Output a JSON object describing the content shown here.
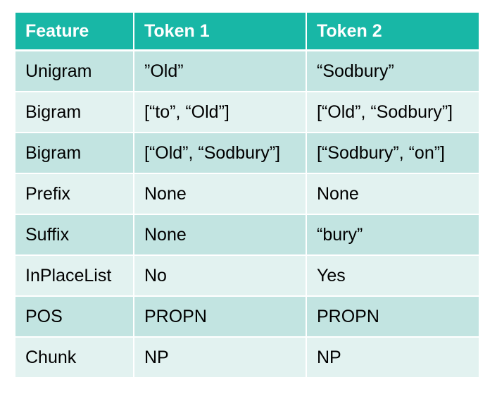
{
  "header": {
    "feature": "Feature",
    "token1": "Token 1",
    "token2": "Token 2"
  },
  "rows": [
    {
      "feature": "Unigram",
      "token1": "”Old”",
      "token2": "“Sodbury”"
    },
    {
      "feature": "Bigram",
      "token1": "[“to”, “Old”]",
      "token2": "[“Old”, “Sodbury”]"
    },
    {
      "feature": "Bigram",
      "token1": "[“Old”, “Sodbury”]",
      "token2": "[“Sodbury”, “on”]"
    },
    {
      "feature": "Prefix",
      "token1": "None",
      "token2": "None"
    },
    {
      "feature": "Suffix",
      "token1": "None",
      "token2": "“bury”"
    },
    {
      "feature": "InPlaceList",
      "token1": "No",
      "token2": "Yes"
    },
    {
      "feature": "POS",
      "token1": "PROPN",
      "token2": "PROPN"
    },
    {
      "feature": "Chunk",
      "token1": "NP",
      "token2": "NP"
    }
  ],
  "colors": {
    "header_bg": "#18b7a6",
    "row_dark": "#c2e4e1",
    "row_light": "#e2f2f0"
  }
}
